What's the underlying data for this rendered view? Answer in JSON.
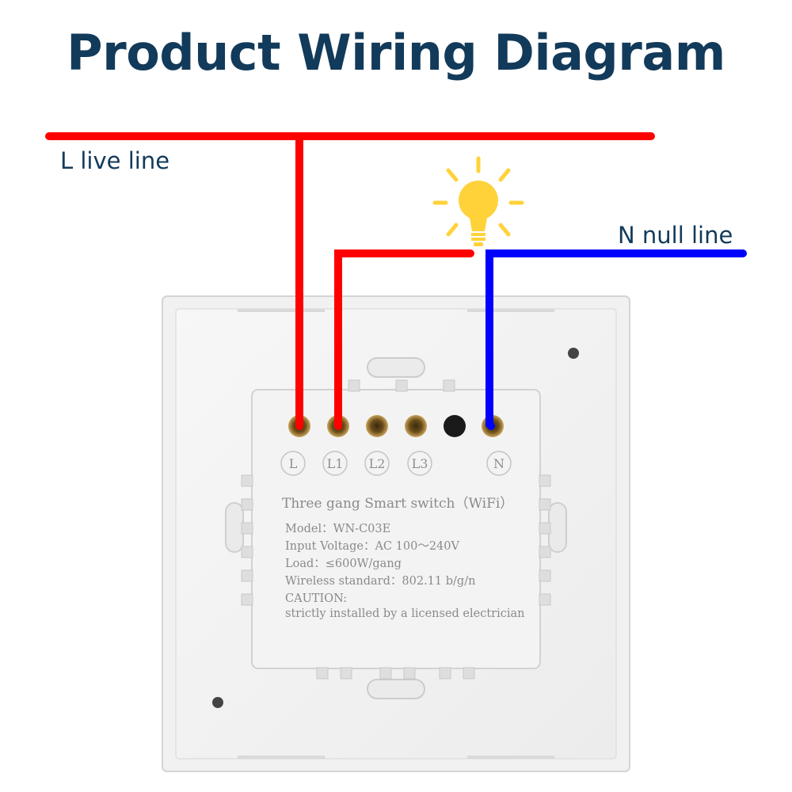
{
  "title": "Product Wiring Diagram",
  "wires": {
    "live_label": "L live line",
    "null_label": "N null line",
    "live_color": "#ff0000",
    "null_color": "#0000ff"
  },
  "bulb": {
    "icon": "light-bulb-icon",
    "color": "#ffd23a"
  },
  "terminals": [
    "L",
    "L1",
    "L2",
    "L3",
    "N"
  ],
  "label_plate": {
    "heading": "Three gang Smart switch（WiFi）",
    "model": "Model：WN-C03E",
    "voltage": "Input Voltage：AC 100～240V",
    "load": "Load：≤600W/gang",
    "wireless": "Wireless standard：802.11  b/g/n",
    "caution": "CAUTION:",
    "caution_text": "strictly installed by a licensed electrician"
  }
}
